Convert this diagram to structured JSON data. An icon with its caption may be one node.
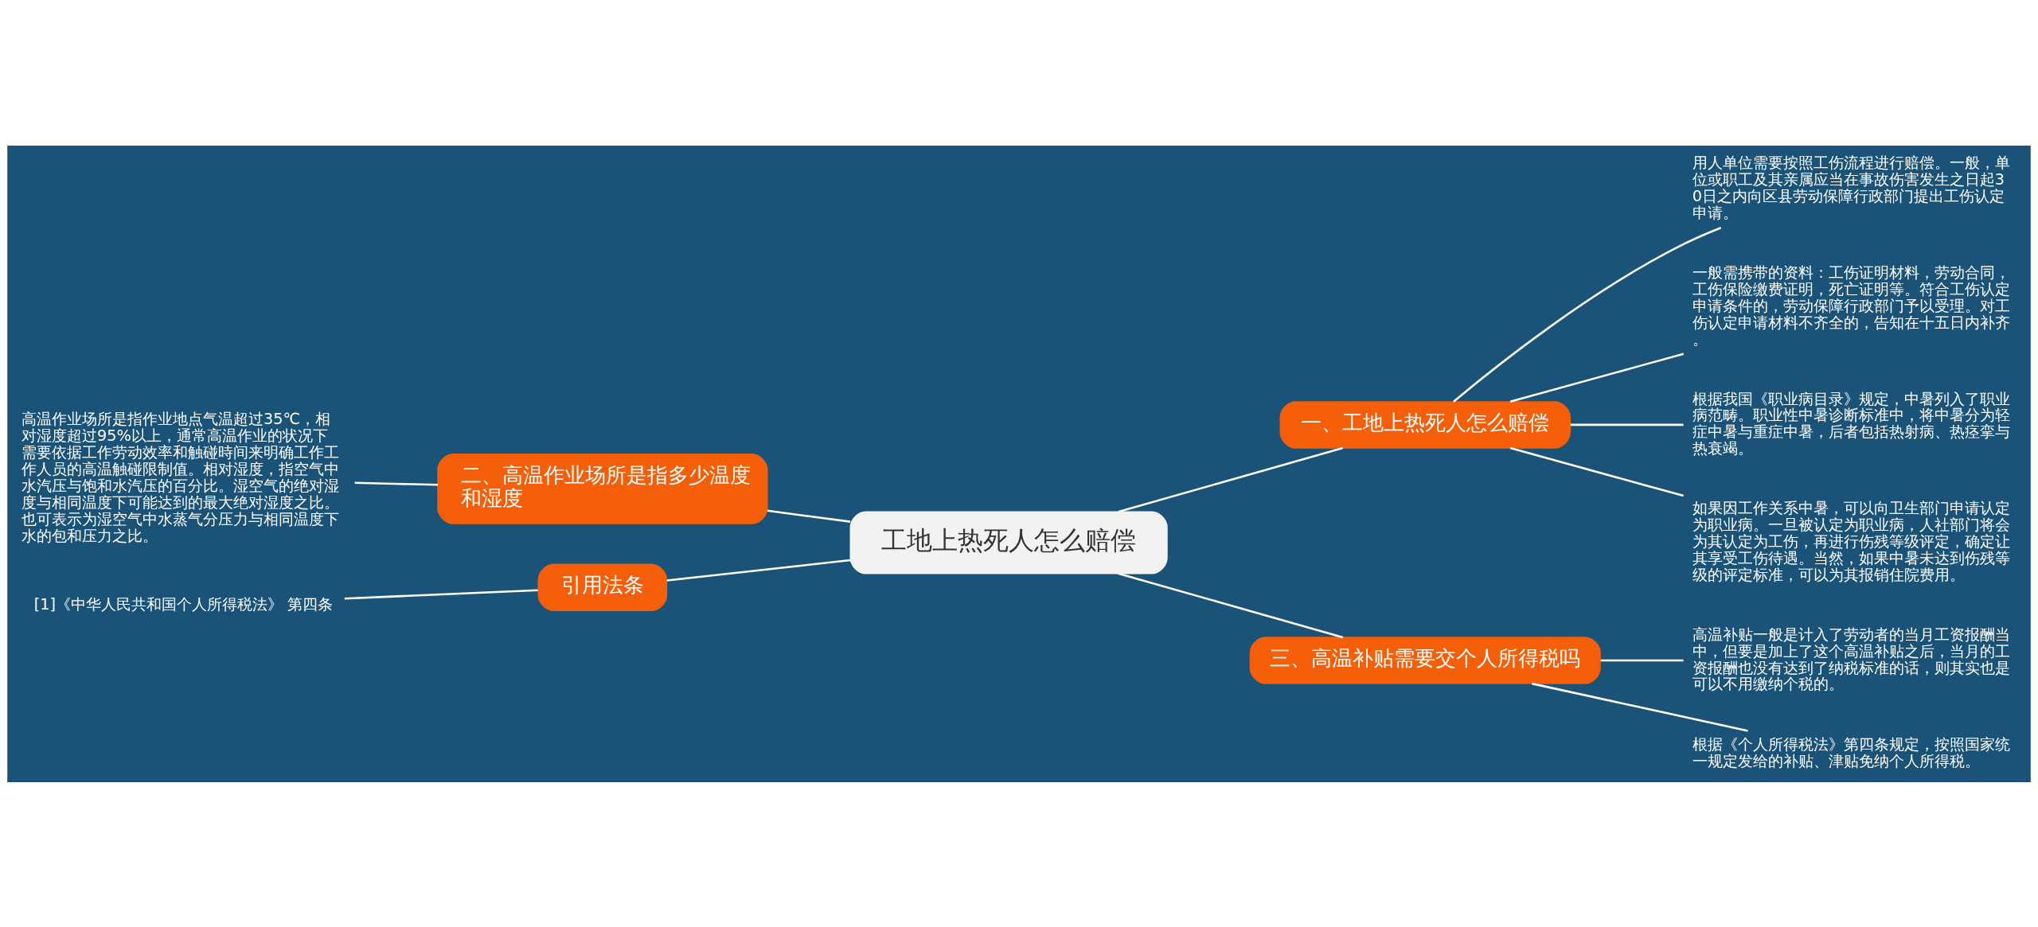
{
  "diagram": {
    "nodes": [
      {
        "text": [
          "工地上热死人怎么赔偿"
        ]
      },
      {
        "text": [
          "一、工地上热死人怎么赔偿"
        ]
      },
      {
        "text": [
          "用人单位需要按照工伤流程进行赔偿。一般，单位或职工及其亲属应当在事故伤害发生之日起30日之内向区县劳动保障行政部门提出工伤认定申请。"
        ]
      },
      {
        "text": [
          "一般需携带的资料：工伤证明材料，劳动合同，工伤保险缴费证明，死亡证明等。符合工伤认定申请条件的，劳动保障行政部门予以受理。对工伤认定申请材料不齐全的，告知在十五日内补齐。"
        ]
      },
      {
        "text": [
          "根据我国《职业病目录》规定，中暑列入了职业病范畴。职业性中暑诊断标准中，将中暑分为轻症中暑与重症中暑，后者包括热射病、热痉挛与热衰竭。"
        ]
      },
      {
        "text": [
          "如果因工作关系中暑，可以向卫生部门申请认定为职业病。一旦被认定为职业病，人社部门将会为其认定为工伤，再进行伤残等级评定，确定让其享受工伤待遇。当然，如果中暑未达到伤残等级的评定标准，可以为其报销住院费用。"
        ]
      },
      {
        "text": [
          "二、高温作业场所是指多少温度和湿度"
        ]
      },
      {
        "text": [
          "高温作业场所是指作业地点气温超过35℃，相对湿度超过95%以上，通常高温作业的状况下需要依据工作劳动效率和触碰時间来明确工作工作人员的高温触碰限制值。相对湿度，指空气中水汽压与饱和水汽压的百分比。湿空气的绝对湿度与相同温度下可能达到的最大绝对湿度之比。也可表示为湿空气中水蒸气分压力与相同温度下水的包和压力之比。"
        ]
      },
      {
        "text": [
          "引用法条"
        ]
      },
      {
        "text": [
          "[1]《中华人民共和国个人所得税法》 第四条"
        ]
      },
      {
        "text": [
          "三、高温补贴需要交个人所得税吗"
        ]
      },
      {
        "text": [
          "高温补贴一般是计入了劳动者的当月工资报酬当中，但要是加上了这个高温补贴之后，当月的工资报酬也没有达到了纳税标准的话，则其实也是可以不用缴纳个税的。"
        ]
      },
      {
        "text": [
          "根据《个人所得税法》第四条规定，按照国家统一规定发给的补贴、津贴免纳个人所得税。"
        ]
      }
    ],
    "edges": [
      {
        "from": 0,
        "to": 1,
        "arrow": "none"
      },
      {
        "from": 1,
        "to": 2,
        "arrow": "none"
      },
      {
        "from": 1,
        "to": 3,
        "arrow": "none"
      },
      {
        "from": 1,
        "to": 4,
        "arrow": "none"
      },
      {
        "from": 1,
        "to": 5,
        "arrow": "none"
      },
      {
        "from": 0,
        "to": 6,
        "arrow": "none"
      },
      {
        "from": 6,
        "to": 7,
        "arrow": "none"
      },
      {
        "from": 0,
        "to": 8,
        "arrow": "none"
      },
      {
        "from": 8,
        "to": 9,
        "arrow": "none"
      },
      {
        "from": 0,
        "to": 10,
        "arrow": "none"
      },
      {
        "from": 10,
        "to": 11,
        "arrow": "none"
      },
      {
        "from": 10,
        "to": 12,
        "arrow": "none"
      }
    ]
  }
}
